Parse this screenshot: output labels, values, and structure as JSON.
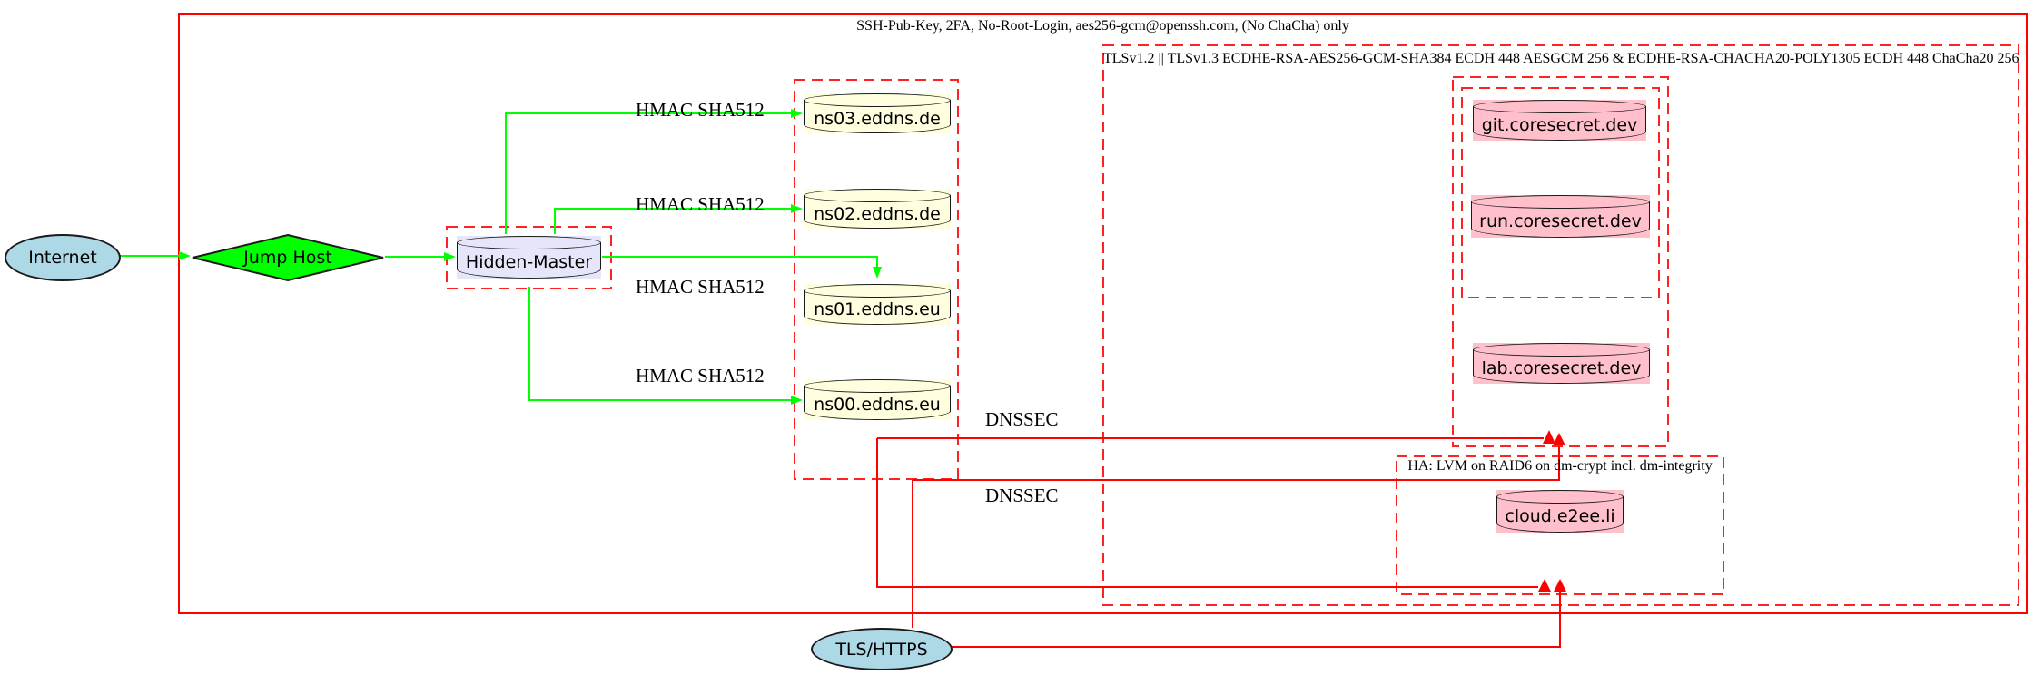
{
  "clusters": {
    "ssh": {
      "label": "SSH-Pub-Key, 2FA, No-Root-Login, aes256-gcm@openssh.com, (No ChaCha) only"
    },
    "tls": {
      "label": "TLSv1.2 || TLSv1.3 ECDHE-RSA-AES256-GCM-SHA384 ECDH 448 AESGCM 256 & ECDHE-RSA-CHACHA20-POLY1305 ECDH 448 ChaCha20 256"
    },
    "ha": {
      "label": "HA: LVM on RAID6 on dm-crypt incl. dm-integrity"
    }
  },
  "nodes": {
    "internet": {
      "label": "Internet",
      "shape": "ellipse",
      "fill": "#add8e6"
    },
    "jump_host": {
      "label": "Jump Host",
      "shape": "diamond",
      "fill": "#00ff00"
    },
    "hidden_master": {
      "label": "Hidden-Master",
      "shape": "cylinder",
      "fill": "#e6e6fa"
    },
    "ns03": {
      "label": "ns03.eddns.de",
      "shape": "cylinder",
      "fill": "#ffffe0"
    },
    "ns02": {
      "label": "ns02.eddns.de",
      "shape": "cylinder",
      "fill": "#ffffe0"
    },
    "ns01": {
      "label": "ns01.eddns.eu",
      "shape": "cylinder",
      "fill": "#ffffe0"
    },
    "ns00": {
      "label": "ns00.eddns.eu",
      "shape": "cylinder",
      "fill": "#ffffe0"
    },
    "git": {
      "label": "git.coresecret.dev",
      "shape": "cylinder",
      "fill": "#ffc0cb"
    },
    "run": {
      "label": "run.coresecret.dev",
      "shape": "cylinder",
      "fill": "#ffc0cb"
    },
    "lab": {
      "label": "lab.coresecret.dev",
      "shape": "cylinder",
      "fill": "#ffc0cb"
    },
    "cloud": {
      "label": "cloud.e2ee.li",
      "shape": "cylinder",
      "fill": "#ffc0cb"
    },
    "tls_https": {
      "label": "TLS/HTTPS",
      "shape": "ellipse",
      "fill": "#add8e6"
    }
  },
  "edge_labels": {
    "hmac_ns03": "HMAC SHA512",
    "hmac_ns02": "HMAC SHA512",
    "hmac_ns01": "HMAC SHA512",
    "hmac_ns00": "HMAC SHA512",
    "dnssec_1": "DNSSEC",
    "dnssec_2": "DNSSEC"
  },
  "colors": {
    "secure_channel_green": "#00ff00",
    "red_edge": "#ff0000",
    "dashed_cluster_red": "#ff2222",
    "node_border": "#1a1a1a",
    "node_lightblue": "#add8e6",
    "node_lavender": "#e6e6fa",
    "node_lightyellow": "#ffffe0",
    "node_pink": "#ffc0cb",
    "background": "#ffffff"
  }
}
